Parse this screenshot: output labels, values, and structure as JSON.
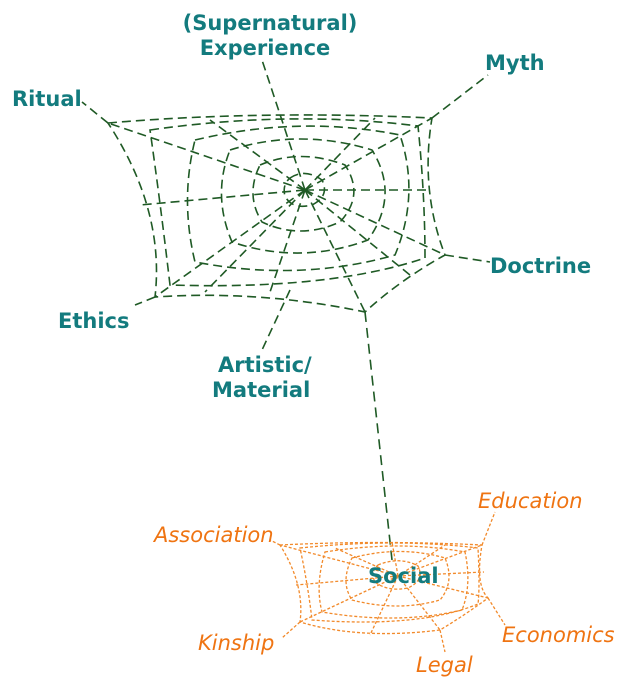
{
  "religion_web": {
    "labels": {
      "experience_line1": "(Supernatural)",
      "experience_line2": "Experience",
      "myth": "Myth",
      "ritual": "Ritual",
      "doctrine": "Doctrine",
      "ethics": "Ethics",
      "artistic_line1": "Artistic/",
      "artistic_line2": "Material"
    },
    "color": "#137b7e",
    "strand_color": "#1f5a25"
  },
  "social_web": {
    "labels": {
      "center": "Social",
      "association": "Association",
      "education": "Education",
      "economics": "Economics",
      "legal": "Legal",
      "kinship": "Kinship"
    },
    "color": "#ef7412",
    "center_color": "#137b7e"
  }
}
